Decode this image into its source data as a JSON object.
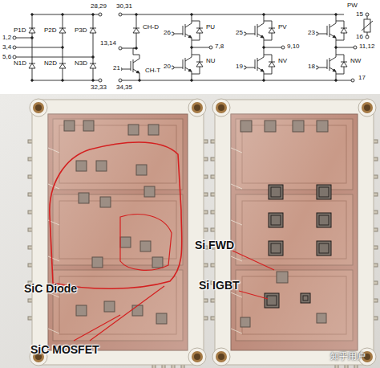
{
  "diagram": {
    "labels": [
      "28,29",
      "30,31",
      "PW",
      "15",
      "P1D",
      "P2D",
      "P3D",
      "CH-D",
      "PU",
      "PV",
      "26",
      "25",
      "23",
      "1,2",
      "3,4",
      "16",
      "7,8",
      "9,10",
      "11,12",
      "5,6",
      "13,14",
      "21",
      "20",
      "19",
      "18",
      "N1D",
      "N2D",
      "N3D",
      "CH-T",
      "NU",
      "NV",
      "NW",
      "17",
      "32,33",
      "34,35",
      "Si FWD",
      "Si IGBT",
      "SiC Diode",
      "SiC MOSFET",
      "知乎用户"
    ]
  }
}
